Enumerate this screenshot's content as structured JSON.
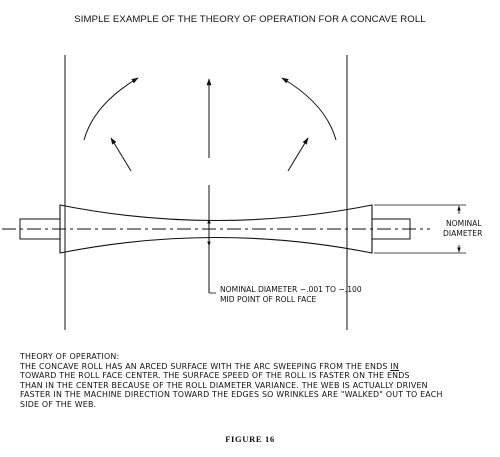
{
  "title": "SIMPLE EXAMPLE OF THE THEORY OF OPERATION FOR A CONCAVE ROLL",
  "labels": {
    "nominal_line1": "NOMINAL",
    "nominal_line2": "DIAMETER",
    "callout_line1": "NOMINAL DIAMETER −.001 TO −.100",
    "callout_line2": "MID POINT OF ROLL FACE"
  },
  "theory": {
    "heading": "THEORY OF OPERATION:",
    "line1_a": "THE CONCAVE ROLL HAS AN ARCED SURFACE WITH THE ARC SWEEPING FROM THE ENDS ",
    "line1_u": "IN",
    "line2": "TOWARD THE ROLL FACE CENTER. THE SURFACE SPEED OF THE ROLL IS FASTER ON THE ENDS",
    "line3": "THAN IN THE CENTER BECAUSE OF THE ROLL DIAMETER VARIANCE. THE WEB IS ACTUALLY DRIVEN",
    "line4": "FASTER IN THE MACHINE DIRECTION TOWARD THE EDGES SO WRINKLES ARE \"WALKED\" OUT TO EACH",
    "line5": "SIDE OF THE WEB."
  },
  "figure_label": "FIGURE 16"
}
